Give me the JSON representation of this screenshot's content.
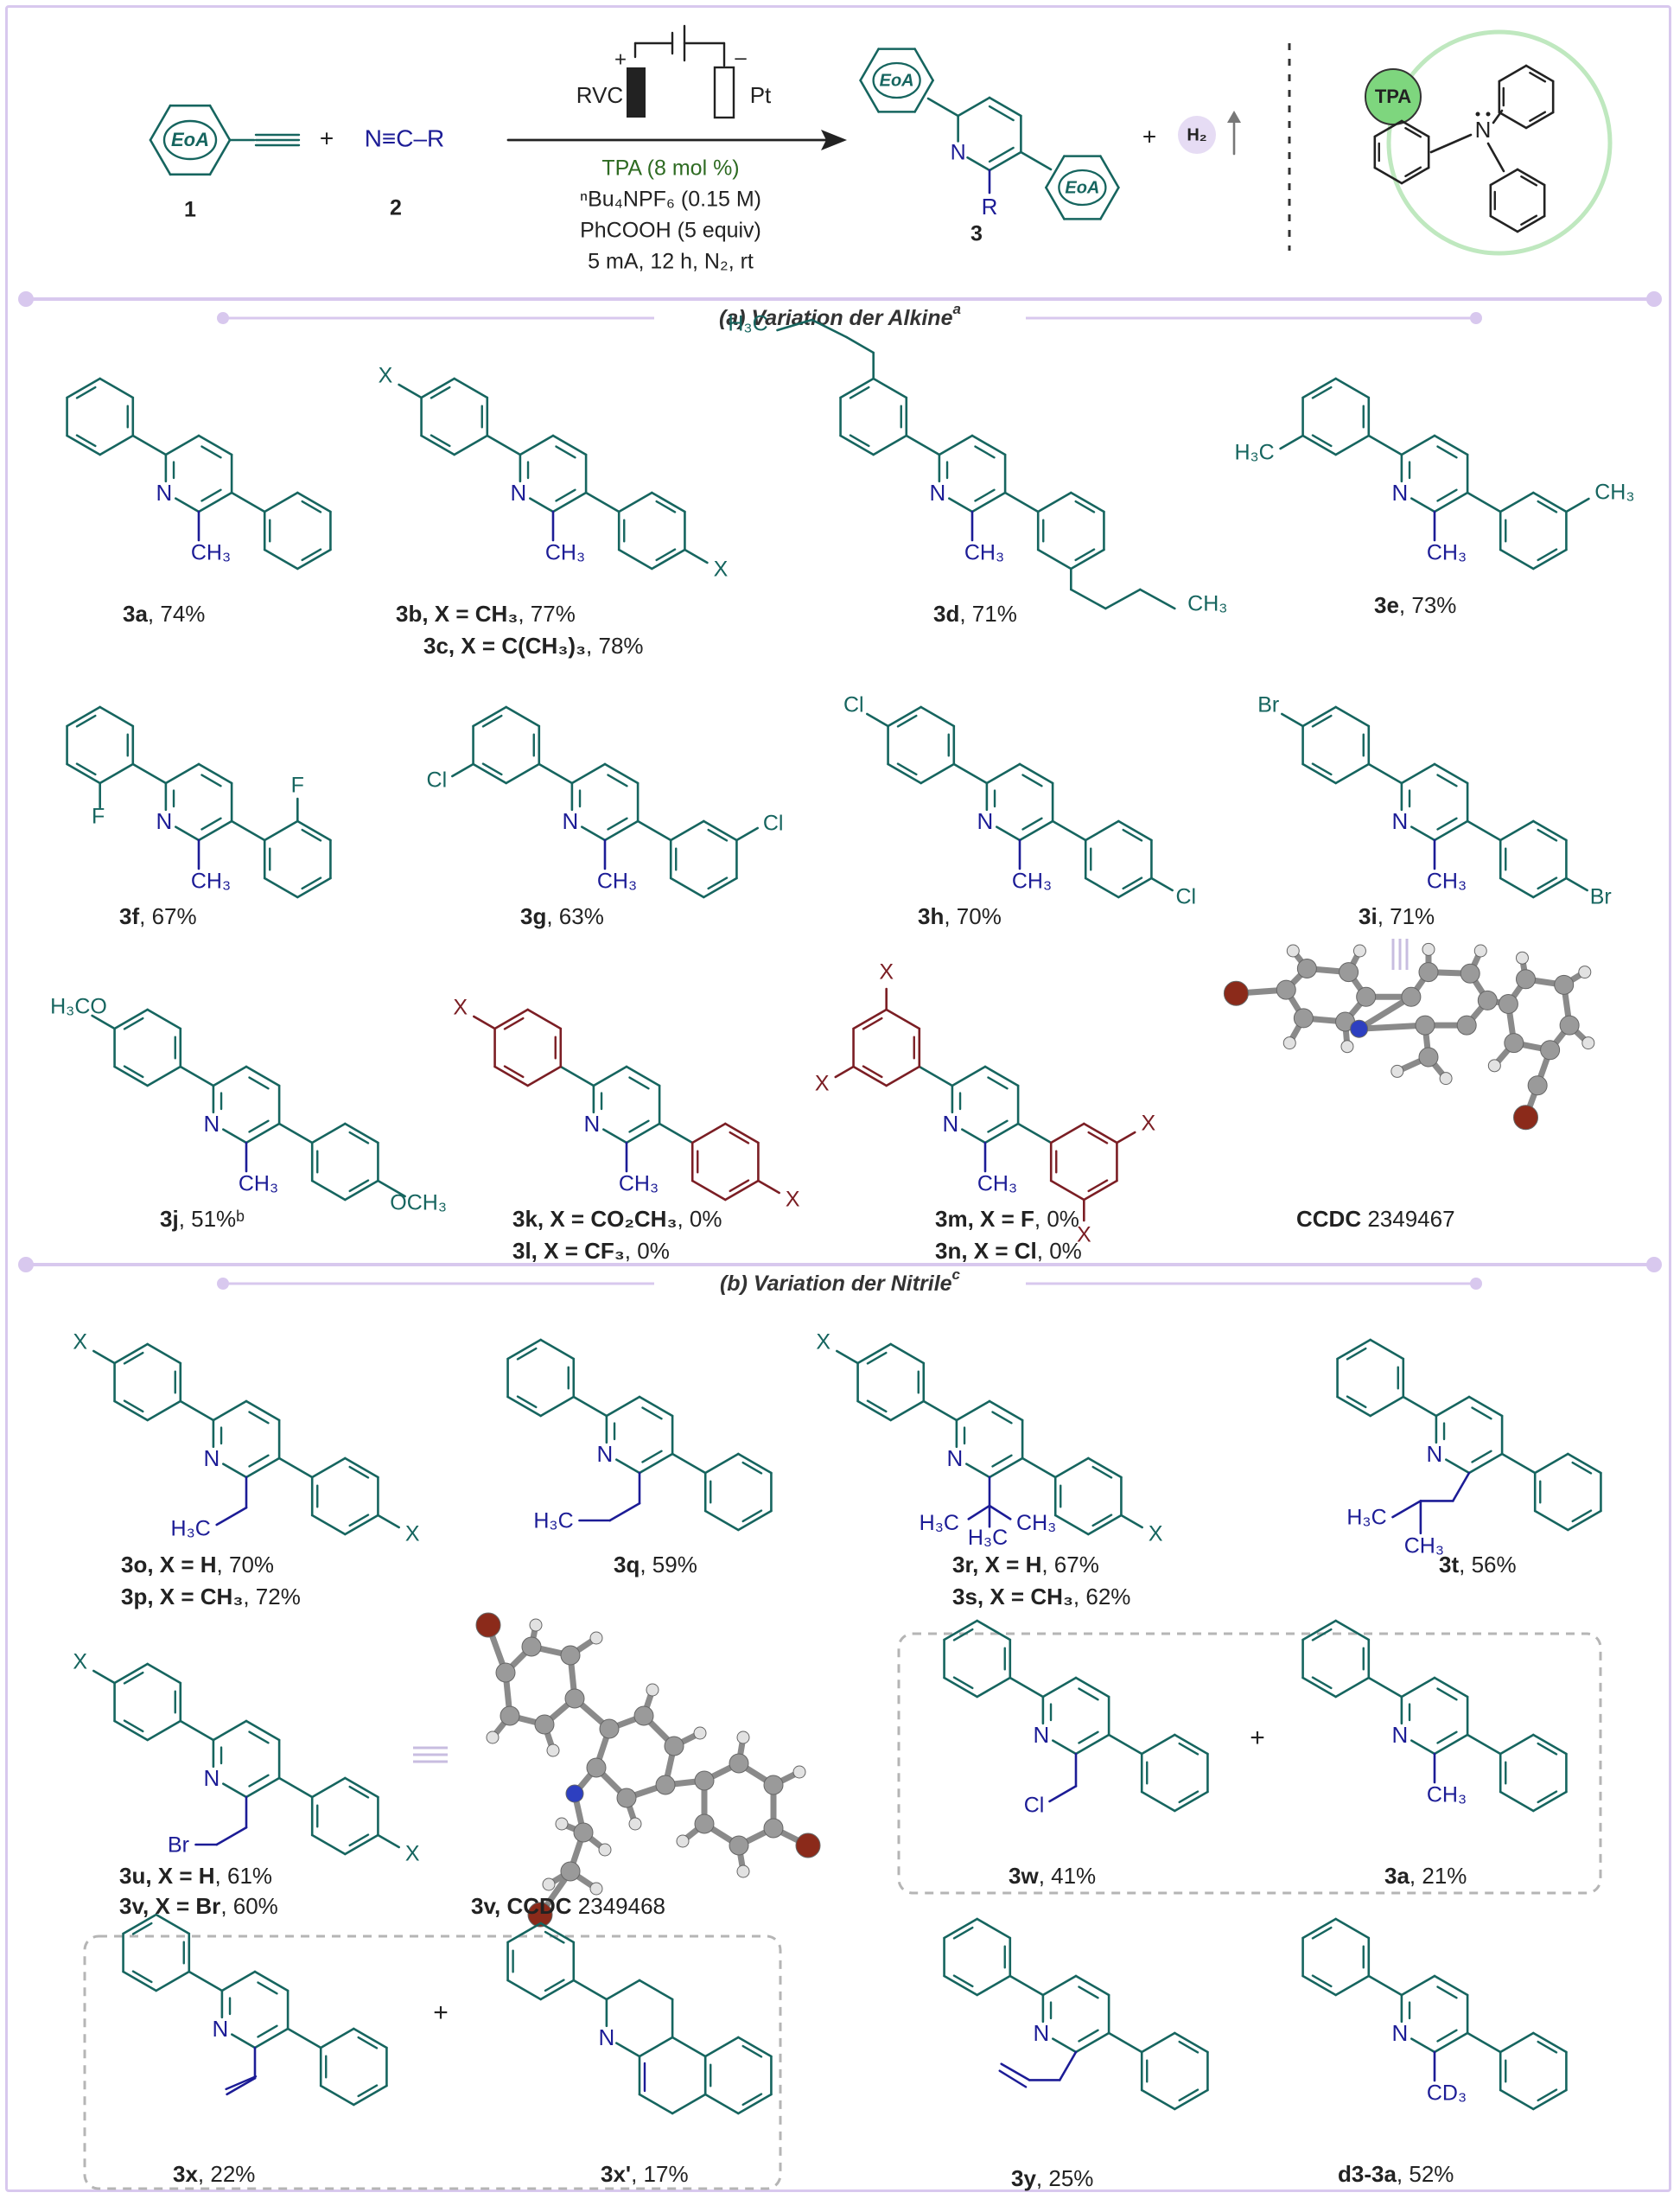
{
  "scheme": {
    "reactant_1": {
      "ring_label": "EoA",
      "number": "1"
    },
    "plus": "+",
    "reactant_2": {
      "formula": "N≡C–R",
      "number": "2"
    },
    "electrodes": {
      "anode": "RVC",
      "cathode": "Pt",
      "anode_sign": "+",
      "cathode_sign": "–"
    },
    "conditions": [
      "TPA (8 mol %)",
      "ⁿBu₄NPF₆ (0.15 M)",
      "PhCOOH (5 equiv)",
      "5 mA, 12 h, N₂, rt"
    ],
    "product": {
      "ring_label": "EoA",
      "substituent": "R",
      "number": "3"
    },
    "byproduct": "H₂",
    "catalyst": {
      "badge": "TPA",
      "atom": "N"
    }
  },
  "sections": {
    "a": "(a) Variation der Alkine",
    "a_sup": "a",
    "b": "(b) Variation der Nitrile",
    "b_sup": "c"
  },
  "labels": {
    "a3": [
      "3a",
      ", 74%"
    ],
    "b3": [
      "3b, X = CH₃",
      ", 77%"
    ],
    "c3": [
      "3c, X = C(CH₃)₃",
      ", 78%"
    ],
    "d3": [
      "3d",
      ", 71%"
    ],
    "e3": [
      "3e",
      ", 73%"
    ],
    "f3": [
      "3f",
      ", 67%"
    ],
    "g3": [
      "3g",
      ", 63%"
    ],
    "h3": [
      "3h",
      ", 70%"
    ],
    "i3": [
      "3i",
      ", 71%"
    ],
    "j3": [
      "3j",
      ", 51%ᵇ"
    ],
    "k3": [
      "3k, X = CO₂CH₃",
      ", 0%"
    ],
    "l3": [
      "3l, X = CF₃",
      ", 0%"
    ],
    "m3": [
      "3m, X = F",
      ", 0%"
    ],
    "n3": [
      "3n, X = Cl",
      ", 0%"
    ],
    "ccdc1": [
      "CCDC",
      " 2349467"
    ],
    "o3": [
      "3o, X = H",
      ", 70%"
    ],
    "p3": [
      "3p, X = CH₃",
      ", 72%"
    ],
    "q3": [
      "3q",
      ", 59%"
    ],
    "r3": [
      "3r, X = H",
      ", 67%"
    ],
    "s3": [
      "3s, X = CH₃",
      ", 62%"
    ],
    "t3": [
      "3t",
      ", 56%"
    ],
    "u3": [
      "3u, X = H",
      ", 61%"
    ],
    "v3": [
      "3v, X = Br",
      ", 60%"
    ],
    "ccdc2": [
      "3v, CCDC",
      " 2349468"
    ],
    "w3": [
      "3w",
      ", 41%"
    ],
    "a3b": [
      "3a",
      ", 21%"
    ],
    "x3": [
      "3x",
      ", 22%"
    ],
    "xp3": [
      "3x'",
      ", 17%"
    ],
    "y3": [
      "3y",
      ", 25%"
    ],
    "d33a": [
      "d3-3a",
      ", 52%"
    ]
  },
  "atoms": {
    "N": "N",
    "X": "X",
    "F": "F",
    "Cl": "Cl",
    "Br": "Br",
    "CH3": "CH₃",
    "H3C": "H₃C",
    "OCH3": "OCH₃",
    "H3CO": "H₃CO",
    "CD3": "CD₃",
    "R": "R",
    "plus": "+"
  },
  "colors": {
    "teal": "#16655f",
    "blue": "#1c1c96",
    "maroon": "#7b1e24",
    "green_text": "#2e6b22",
    "lavender": "#d8c8ee",
    "circle": "#bfe8bf",
    "h2_bg": "#e6dcf4",
    "tpa_bg": "#7ed67e"
  }
}
